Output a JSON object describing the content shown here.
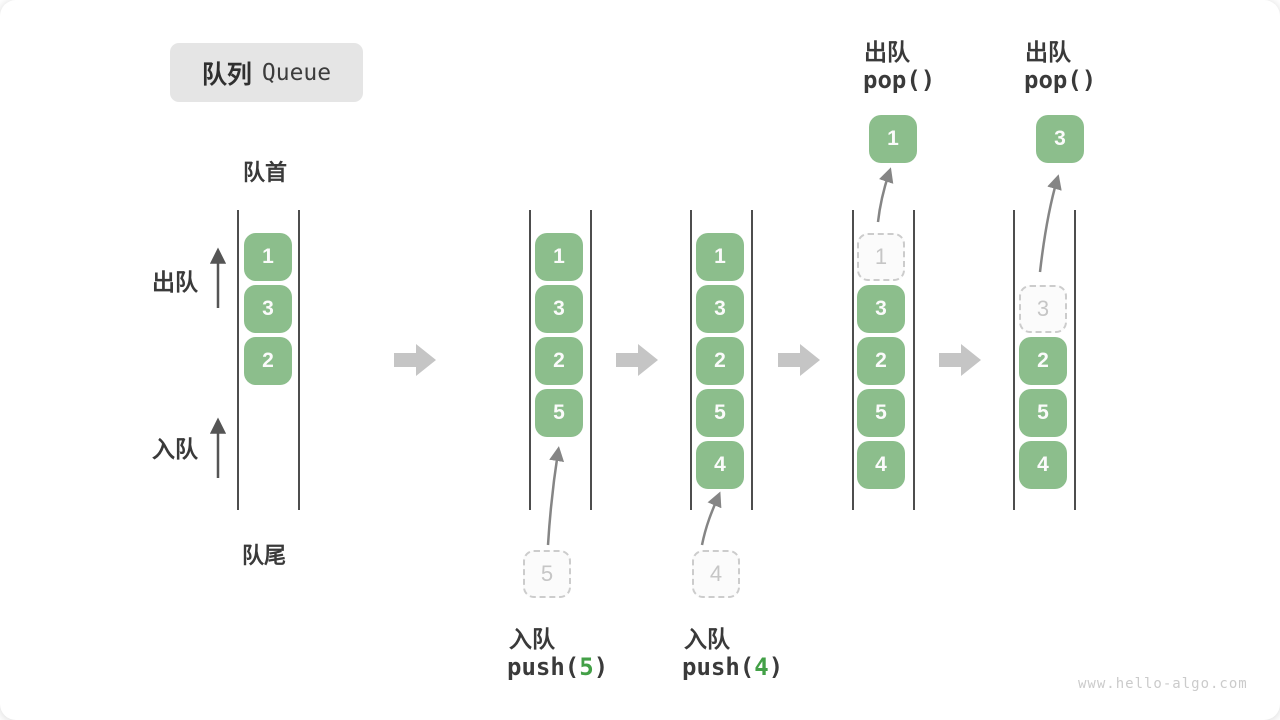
{
  "title": {
    "zh": "队列",
    "en": "Queue"
  },
  "labels": {
    "front": "队首",
    "rear": "队尾",
    "dequeue": "出队",
    "enqueue": "入队"
  },
  "states": [
    {
      "boxes": [
        "1",
        "3",
        "2"
      ]
    },
    {
      "boxes": [
        "1",
        "3",
        "2",
        "5"
      ],
      "staged": "5"
    },
    {
      "boxes": [
        "1",
        "3",
        "2",
        "5",
        "4"
      ],
      "staged": "4"
    },
    {
      "ghost": "1",
      "boxes": [
        "3",
        "2",
        "5",
        "4"
      ],
      "popped": "1"
    },
    {
      "ghost": "3",
      "boxes": [
        "2",
        "5",
        "4"
      ],
      "popped": "3"
    }
  ],
  "ops": {
    "enqueue1": {
      "zh": "入队",
      "fn": "push(",
      "arg": "5",
      "close": ")"
    },
    "enqueue2": {
      "zh": "入队",
      "fn": "push(",
      "arg": "4",
      "close": ")"
    },
    "dequeue1": {
      "zh": "出队",
      "fn": "pop()"
    },
    "dequeue2": {
      "zh": "出队",
      "fn": "pop()"
    }
  },
  "icons": {
    "flow_arrow": "right-block-arrow",
    "enqueue_arrow": "up-arrow",
    "dequeue_arrow": "up-arrow"
  },
  "colors": {
    "box_green": "#8CBE8C",
    "arg_green": "#43A047",
    "flow_arrow_gray": "#C5C5C5",
    "curve_arrow_gray": "#858585",
    "line_dark": "#4D4D4D",
    "ghost_border": "#CCCCCC",
    "ghost_text": "#C6C6C6",
    "label_text": "#3A3A3A",
    "badge_bg": "#E5E5E5",
    "watermark_gray": "#CBCBCB"
  },
  "watermark": "www.hello-algo.com"
}
